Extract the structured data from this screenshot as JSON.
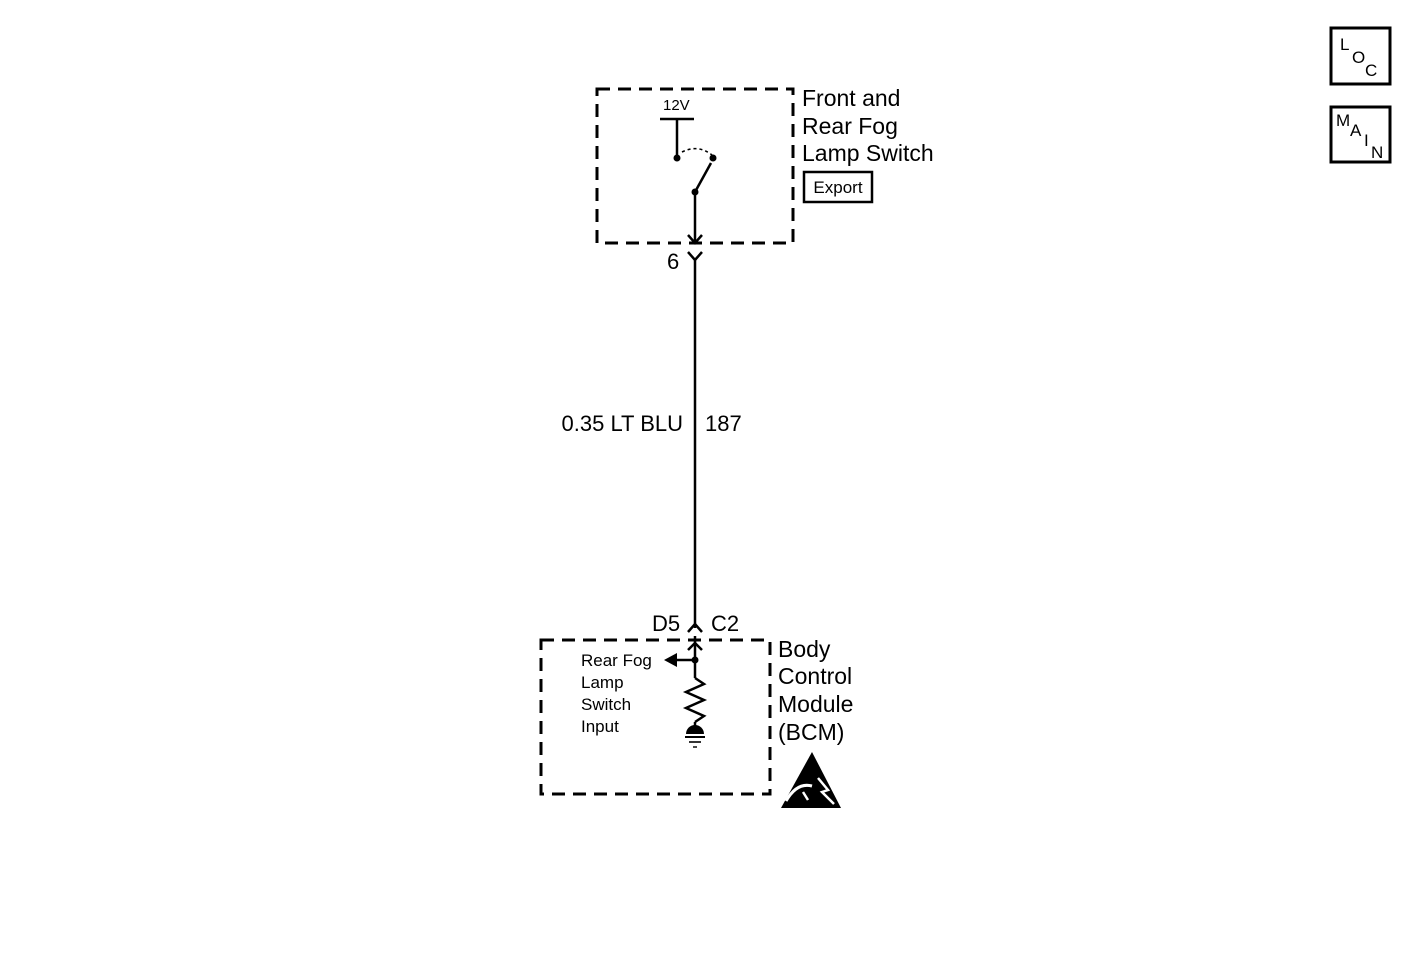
{
  "nav": {
    "loc": {
      "letters": [
        "L",
        "O",
        "C"
      ]
    },
    "main": {
      "letters": [
        "M",
        "A",
        "I",
        "N"
      ]
    }
  },
  "switch_component": {
    "name_lines": [
      "Front and",
      "Rear Fog",
      "Lamp Switch"
    ],
    "badge": "Export",
    "voltage": "12V",
    "pin": "6"
  },
  "wire": {
    "spec": "0.35 LT BLU",
    "circuit": "187"
  },
  "bcm_component": {
    "connector_pin": "D5",
    "connector_id": "C2",
    "name_lines": [
      "Body",
      "Control",
      "Module",
      "(BCM)"
    ],
    "input_label_lines": [
      "Rear Fog",
      "Lamp",
      "Switch",
      "Input"
    ]
  },
  "icons": {
    "esd": "electrostatic-discharge-warning-icon",
    "ground": "ground-icon",
    "resistor": "resistor-icon"
  }
}
